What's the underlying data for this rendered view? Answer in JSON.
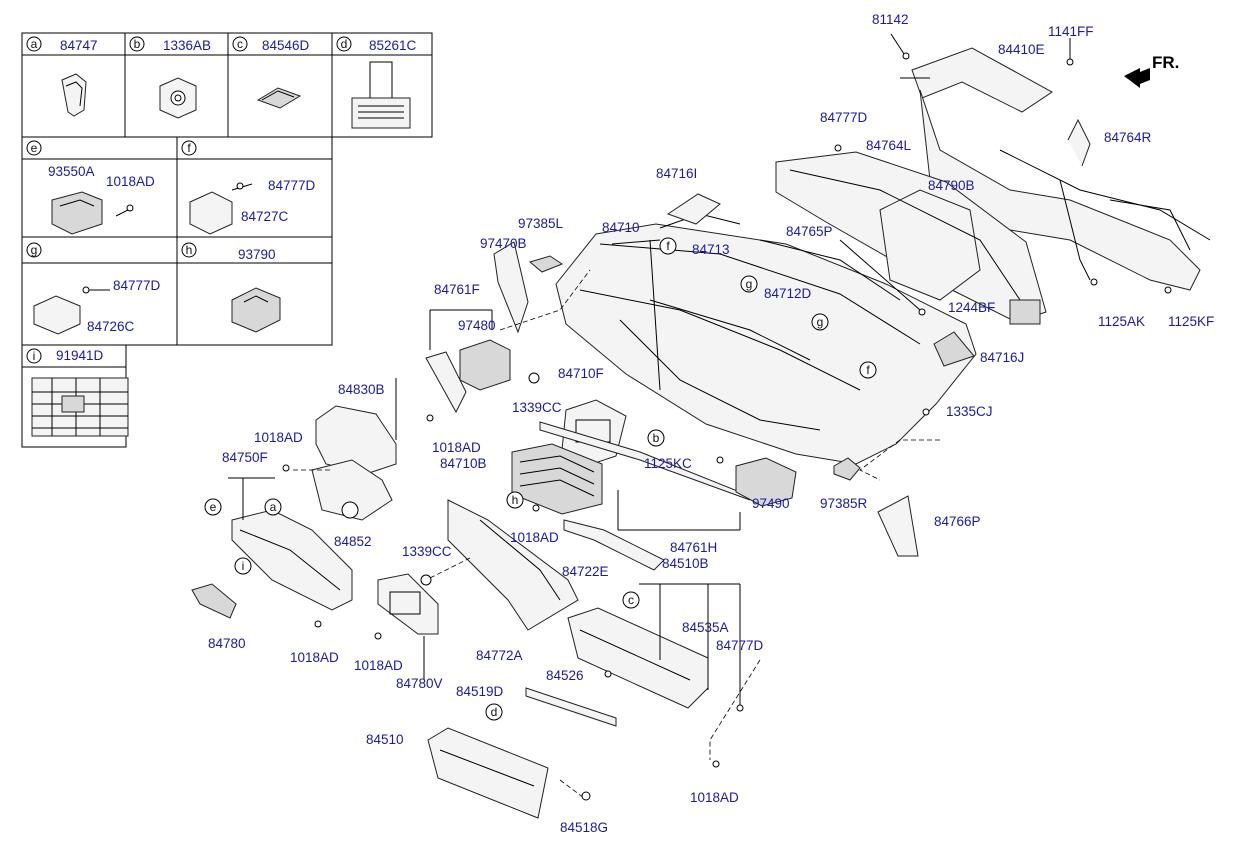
{
  "direction_label": "FR.",
  "legend": [
    {
      "letter": "a",
      "part": "84747"
    },
    {
      "letter": "b",
      "part": "1336AB"
    },
    {
      "letter": "c",
      "part": "84546D"
    },
    {
      "letter": "d",
      "part": "85261C"
    },
    {
      "letter": "e",
      "parts": [
        "93550A",
        "1018AD"
      ]
    },
    {
      "letter": "f",
      "parts": [
        "84777D",
        "84727C"
      ]
    },
    {
      "letter": "g",
      "parts": [
        "84777D",
        "84726C"
      ]
    },
    {
      "letter": "h",
      "part": "93790"
    },
    {
      "letter": "i",
      "part": "91941D"
    }
  ],
  "callout_letters": [
    "a",
    "b",
    "c",
    "d",
    "e",
    "f",
    "g",
    "h",
    "i"
  ],
  "part_numbers": [
    "81142",
    "1141FF",
    "84410E",
    "84777D",
    "84764L",
    "84764R",
    "84716I",
    "97385L",
    "84710",
    "84713",
    "84790B",
    "84765P",
    "97470B",
    "84761F",
    "84712D",
    "1244BF",
    "1125AK",
    "1125KF",
    "97480",
    "84716J",
    "1339CC",
    "84710F",
    "1335CJ",
    "84830B",
    "1018AD",
    "84750F",
    "84710B",
    "1125KC",
    "97385R",
    "97490",
    "84766P",
    "84852",
    "84761H",
    "84722E",
    "84510B",
    "84780",
    "84535A",
    "84772A",
    "84780V",
    "84519D",
    "84526",
    "84510",
    "84518G"
  ]
}
